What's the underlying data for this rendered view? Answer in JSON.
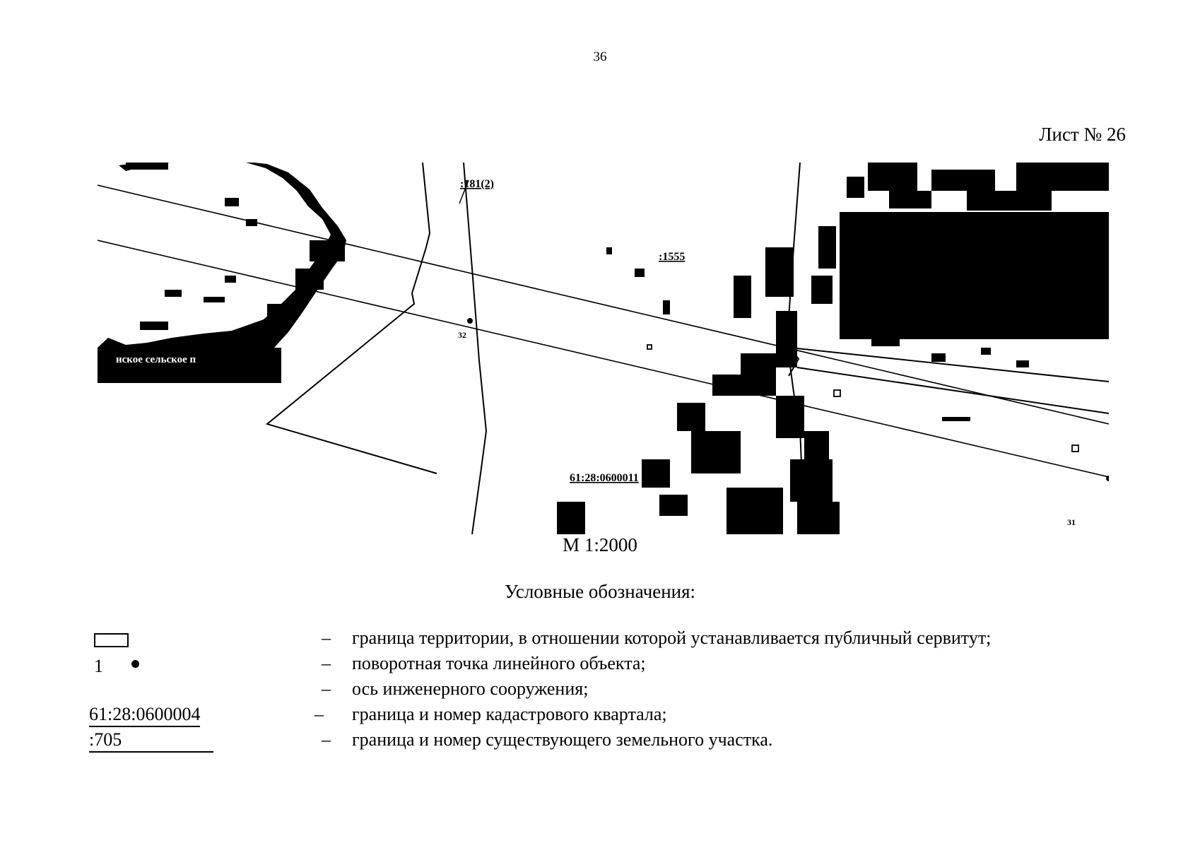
{
  "header": {
    "page_number": "36",
    "sheet_label": "Лист № 26"
  },
  "map": {
    "labels": {
      "parcel_181": ":181(2)",
      "parcel_1555": ":1555",
      "settlement": "нское сельское п",
      "quarter": "61:28:0600011",
      "point_32": "32",
      "point_31": "31"
    },
    "scale": "М 1:2000"
  },
  "legend": {
    "title": "Условные обозначения:",
    "items": [
      {
        "symbol": "rectangle",
        "dash": "–",
        "text": "граница территории, в отношении которой устанавливается публичный сервитут;"
      },
      {
        "symbol_text": "1",
        "symbol": "dot",
        "dash": "–",
        "text": "поворотная точка линейного объекта;"
      },
      {
        "symbol": "none",
        "dash": "–",
        "text": "ось инженерного сооружения;"
      },
      {
        "symbol_text": "61:28:0600004",
        "dash": "–",
        "text": "граница и номер кадастрового квартала;"
      },
      {
        "symbol_text": ":705",
        "dash": "–",
        "text": "граница и номер существующего земельного участка."
      }
    ]
  }
}
